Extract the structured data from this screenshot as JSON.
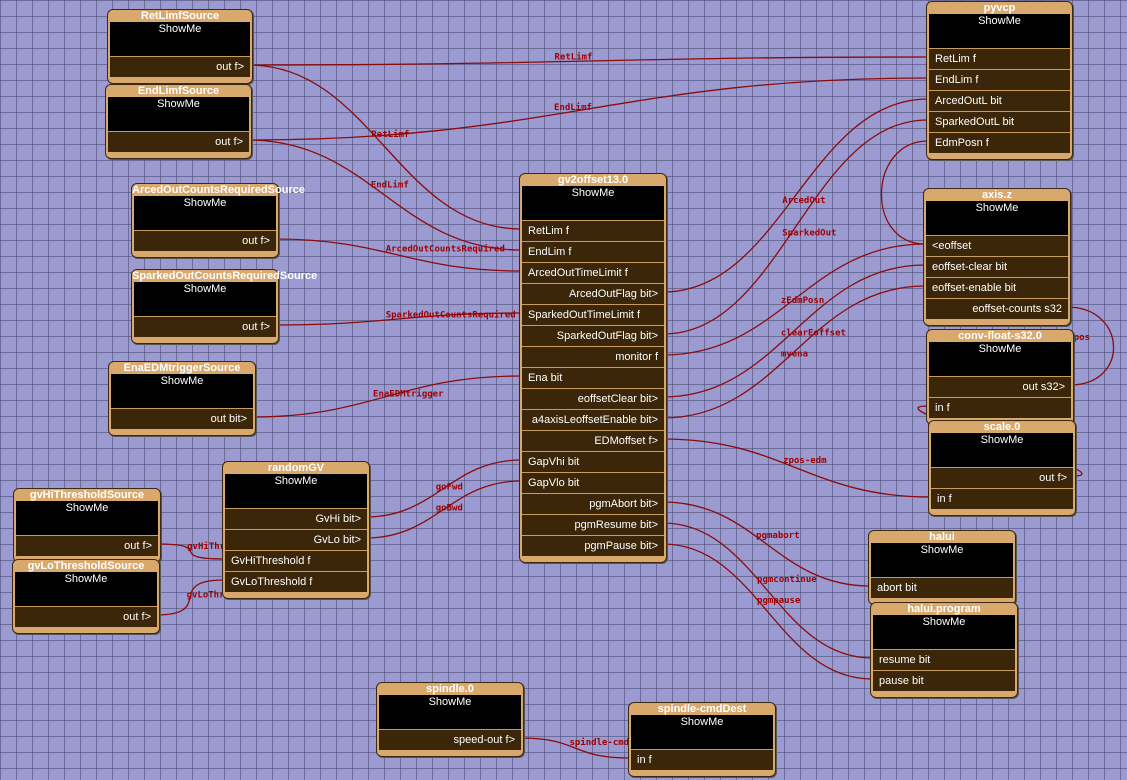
{
  "nodes": [
    {
      "id": "retlimfsource",
      "title": "RetLimfSource",
      "subtitle": "ShowMe",
      "pins": [
        {
          "label": "out f>",
          "dir": "out"
        }
      ]
    },
    {
      "id": "endlimfsource",
      "title": "EndLimfSource",
      "subtitle": "ShowMe",
      "pins": [
        {
          "label": "out f>",
          "dir": "out"
        }
      ]
    },
    {
      "id": "arcedoutsource",
      "title": "ArcedOutCountsRequiredSource",
      "subtitle": "ShowMe",
      "pins": [
        {
          "label": "out f>",
          "dir": "out"
        }
      ]
    },
    {
      "id": "sparkedoutsource",
      "title": "SparkedOutCountsRequiredSource",
      "subtitle": "ShowMe",
      "pins": [
        {
          "label": "out f>",
          "dir": "out"
        }
      ]
    },
    {
      "id": "enaedmsource",
      "title": "EnaEDMtriggerSource",
      "subtitle": "ShowMe",
      "pins": [
        {
          "label": "out bit>",
          "dir": "out"
        }
      ]
    },
    {
      "id": "gvhisource",
      "title": "gvHiThresholdSource",
      "subtitle": "ShowMe",
      "pins": [
        {
          "label": "out f>",
          "dir": "out"
        }
      ]
    },
    {
      "id": "gvlosource",
      "title": "gvLoThresholdSource",
      "subtitle": "ShowMe",
      "pins": [
        {
          "label": "out f>",
          "dir": "out"
        }
      ]
    },
    {
      "id": "randomgv",
      "title": "randomGV",
      "subtitle": "ShowMe",
      "pins": [
        {
          "label": "GvHi bit>",
          "dir": "out"
        },
        {
          "label": "GvLo bit>",
          "dir": "out"
        },
        {
          "label": "GvHiThreshold f",
          "dir": "in"
        },
        {
          "label": "GvLoThreshold f",
          "dir": "in"
        }
      ]
    },
    {
      "id": "gv2offset",
      "title": "gv2offset13.0",
      "subtitle": "ShowMe",
      "pins": [
        {
          "label": "RetLim f",
          "dir": "in"
        },
        {
          "label": "EndLim f",
          "dir": "in"
        },
        {
          "label": "ArcedOutTimeLimit f",
          "dir": "in"
        },
        {
          "label": "ArcedOutFlag bit>",
          "dir": "out"
        },
        {
          "label": "SparkedOutTimeLimit f",
          "dir": "in"
        },
        {
          "label": "SparkedOutFlag bit>",
          "dir": "out"
        },
        {
          "label": "monitor f",
          "dir": "out"
        },
        {
          "label": "Ena bit",
          "dir": "in"
        },
        {
          "label": "eoffsetClear bit>",
          "dir": "out"
        },
        {
          "label": "a4axisLeoffsetEnable bit>",
          "dir": "out"
        },
        {
          "label": "EDMoffset f>",
          "dir": "out"
        },
        {
          "label": "GapVhi bit",
          "dir": "in"
        },
        {
          "label": "GapVlo bit",
          "dir": "in"
        },
        {
          "label": "pgmAbort bit>",
          "dir": "out"
        },
        {
          "label": "pgmResume bit>",
          "dir": "out"
        },
        {
          "label": "pgmPause bit>",
          "dir": "out"
        }
      ]
    },
    {
      "id": "pyvcp",
      "title": "pyvcp",
      "subtitle": "ShowMe",
      "pins": [
        {
          "label": "RetLim f",
          "dir": "in"
        },
        {
          "label": "EndLim f",
          "dir": "in"
        },
        {
          "label": "ArcedOutL bit",
          "dir": "in"
        },
        {
          "label": "SparkedOutL bit",
          "dir": "in"
        },
        {
          "label": "EdmPosn f",
          "dir": "in"
        }
      ]
    },
    {
      "id": "axisz",
      "title": "axis.z",
      "subtitle": "ShowMe",
      "pins": [
        {
          "label": "<eoffset",
          "dir": "in"
        },
        {
          "label": "eoffset-clear bit",
          "dir": "in"
        },
        {
          "label": "eoffset-enable bit",
          "dir": "in"
        },
        {
          "label": "eoffset-counts s32",
          "dir": "out"
        }
      ]
    },
    {
      "id": "convfloat",
      "title": "conv-float-s32.0",
      "subtitle": "ShowMe",
      "pins": [
        {
          "label": "out s32>",
          "dir": "out"
        },
        {
          "label": "in f",
          "dir": "in"
        }
      ]
    },
    {
      "id": "scale",
      "title": "scale.0",
      "subtitle": "ShowMe",
      "pins": [
        {
          "label": "out f>",
          "dir": "out"
        },
        {
          "label": "in f",
          "dir": "in"
        }
      ]
    },
    {
      "id": "halui",
      "title": "halui",
      "subtitle": "ShowMe",
      "pins": [
        {
          "label": "abort bit",
          "dir": "in"
        }
      ]
    },
    {
      "id": "haluiprogram",
      "title": "halui.program",
      "subtitle": "ShowMe",
      "pins": [
        {
          "label": "resume bit",
          "dir": "in"
        },
        {
          "label": "pause bit",
          "dir": "in"
        }
      ]
    },
    {
      "id": "spindle",
      "title": "spindle.0",
      "subtitle": "ShowMe",
      "pins": [
        {
          "label": "speed-out f>",
          "dir": "out"
        }
      ]
    },
    {
      "id": "spindlecmd",
      "title": "spindle-cmdDest",
      "subtitle": "ShowMe",
      "pins": [
        {
          "label": "in f",
          "dir": "in"
        }
      ]
    }
  ],
  "wires": [
    {
      "from": "retlimfsource.0",
      "to": "pyvcp.0",
      "label": "RetLimf"
    },
    {
      "from": "retlimfsource.0",
      "to": "gv2offset.0",
      "label": "RetLimf"
    },
    {
      "from": "endlimfsource.0",
      "to": "pyvcp.1",
      "label": "EndLimf"
    },
    {
      "from": "endlimfsource.0",
      "to": "gv2offset.1",
      "label": "EndLimf"
    },
    {
      "from": "arcedoutsource.0",
      "to": "gv2offset.2",
      "label": "ArcedOutCountsRequired"
    },
    {
      "from": "sparkedoutsource.0",
      "to": "gv2offset.4",
      "label": "SparkedOutCountsRequired"
    },
    {
      "from": "enaedmsource.0",
      "to": "gv2offset.7",
      "label": "EnaEDMtrigger"
    },
    {
      "from": "gv2offset.3",
      "to": "pyvcp.2",
      "label": "ArcedOut"
    },
    {
      "from": "gv2offset.5",
      "to": "pyvcp.3",
      "label": "SparkedOut"
    },
    {
      "from": "gv2offset.6",
      "to": "axisz.0",
      "label": "zEdmPosn"
    },
    {
      "from": "axisz.0",
      "to": "pyvcp.4",
      "label": "zEdmPosn"
    },
    {
      "from": "gv2offset.8",
      "to": "axisz.1",
      "label": "clearEoffset"
    },
    {
      "from": "gv2offset.9",
      "to": "axisz.2",
      "label": "myena"
    },
    {
      "from": "gv2offset.10",
      "to": "scale.1",
      "label": "zpos-edm"
    },
    {
      "from": "axisz.3",
      "to": "convfloat.0",
      "label": "zpos"
    },
    {
      "from": "convfloat.1",
      "to": "scale.0",
      "label": "zpos"
    },
    {
      "from": "gvhisource.0",
      "to": "randomgv.2",
      "label": "gvHiThre"
    },
    {
      "from": "gvlosource.0",
      "to": "randomgv.3",
      "label": "gvLoThreshold"
    },
    {
      "from": "randomgv.0",
      "to": "gv2offset.11",
      "label": "goFwd"
    },
    {
      "from": "randomgv.1",
      "to": "gv2offset.12",
      "label": "goBwd"
    },
    {
      "from": "gv2offset.13",
      "to": "halui.0",
      "label": "pgmabort"
    },
    {
      "from": "gv2offset.14",
      "to": "haluiprogram.0",
      "label": "pgmcontinue"
    },
    {
      "from": "gv2offset.15",
      "to": "haluiprogram.1",
      "label": "pgmpause"
    },
    {
      "from": "spindle.0",
      "to": "spindlecmd.0",
      "label": "spindle-cmd"
    }
  ]
}
